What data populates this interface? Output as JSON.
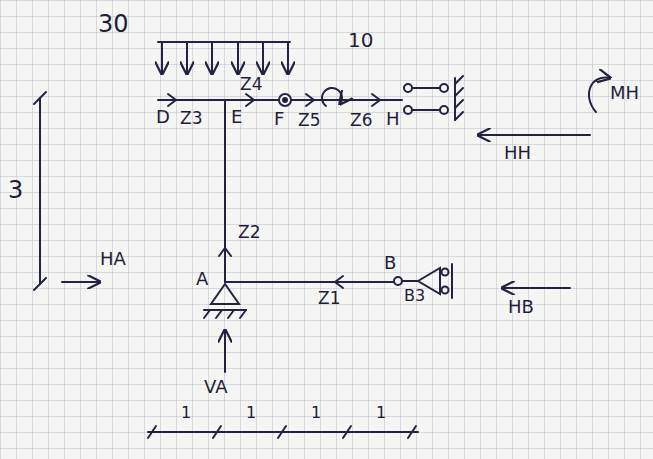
{
  "diagram": {
    "labels": [
      "30",
      "10",
      "3",
      "Z4",
      "D",
      "Z3",
      "E",
      "F",
      "Z5",
      "Z6",
      "H",
      "HH",
      "MH",
      "Z2",
      "HA",
      "A",
      "B",
      "B3",
      "Z1",
      "HB",
      "VA",
      "1",
      "1",
      "1",
      "1"
    ]
  }
}
